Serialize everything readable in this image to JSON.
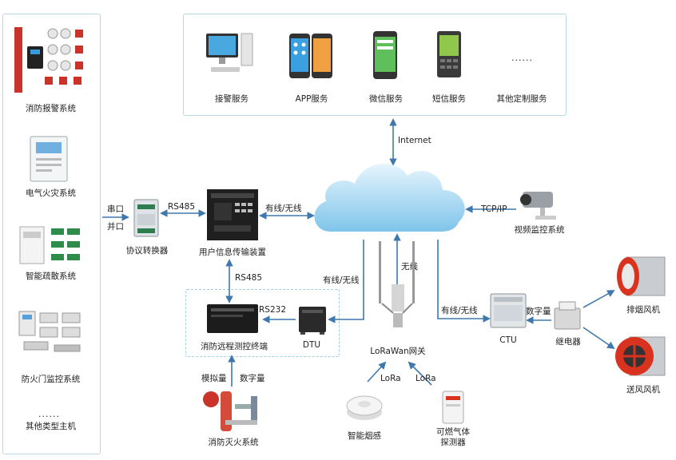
{
  "left_panel": {
    "systems": [
      "消防报警系统",
      "电气火灾系统",
      "智能疏散系统",
      "防火门监控系统",
      "其他类型主机"
    ],
    "more_dots": "......"
  },
  "services": {
    "items": [
      "接警服务",
      "APP服务",
      "微信服务",
      "短信服务",
      "其他定制服务"
    ],
    "more_dots": "......"
  },
  "links": {
    "internet": "Internet",
    "serial_port": "串口",
    "parallel_port": "并口",
    "rs485_top": "RS485",
    "rs485_mid": "RS485",
    "rs232": "RS232",
    "wired_wireless_1": "有线/无线",
    "wired_wireless_2": "有线/无线",
    "wired_wireless_3": "有线/无线",
    "wireless": "无线",
    "tcp_ip": "TCP/IP",
    "digital_1": "数字量",
    "digital_2": "数字量",
    "analog": "模拟量",
    "lora_1": "LoRa",
    "lora_2": "LoRa"
  },
  "devices": {
    "protocol_converter": "协议转换器",
    "user_transmitter": "用户信息传输装置",
    "remote_terminal": "消防远程测控终端",
    "dtu": "DTU",
    "lorawan_gateway": "LoRaWan网关",
    "ctu": "CTU",
    "relay": "继电器",
    "video_monitor": "视频监控系统",
    "exhaust_fan": "排烟风机",
    "supply_fan": "送风风机",
    "extinguish_system": "消防灭火系统",
    "smoke_detector": "智能烟感",
    "gas_detector_line1": "可燃气体",
    "gas_detector_line2": "探测器"
  },
  "colors": {
    "panel_border": "#b9d8e6",
    "arrow": "#3f78ad",
    "cloud_top": "#e6f5fd",
    "cloud_bottom": "#7fc4ea",
    "fan_red": "#d9331f"
  }
}
